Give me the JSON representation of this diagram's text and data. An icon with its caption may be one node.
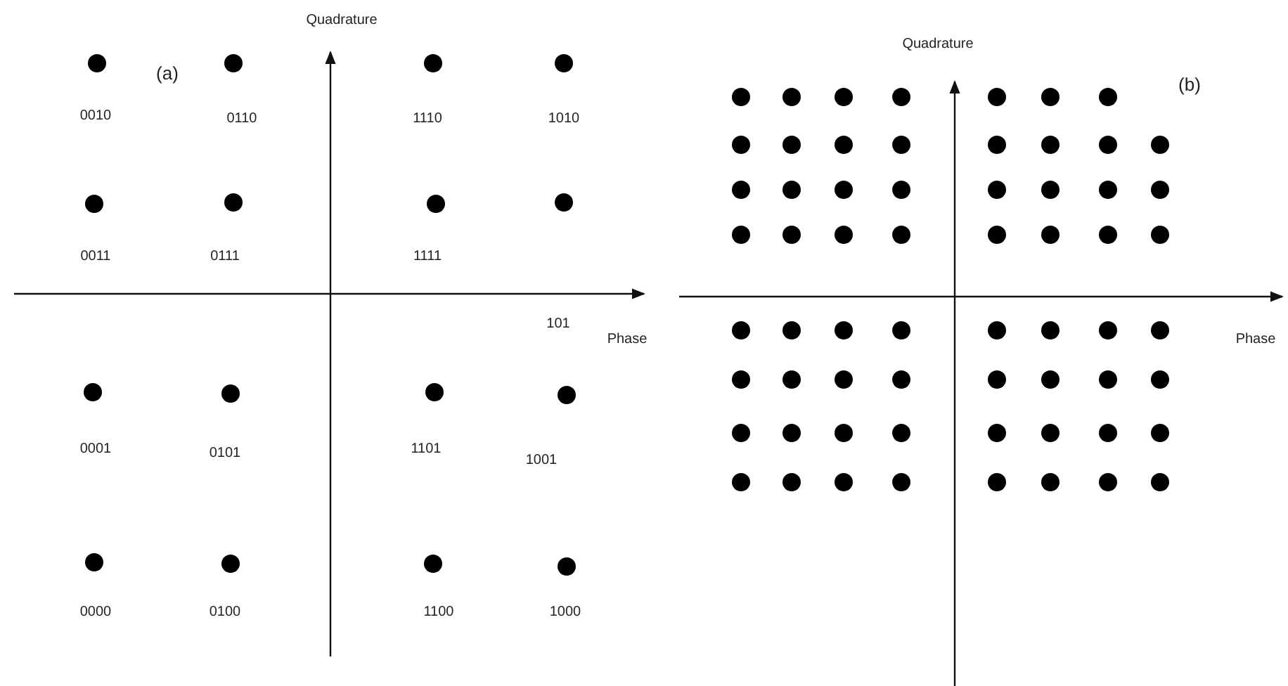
{
  "diagram": {
    "labels": [
      "Quadrature",
      "Quadrature",
      "(a)",
      "(b)",
      "0010",
      "0110",
      "1110",
      "1010",
      "0011",
      "0111",
      "1111",
      "101",
      "Phase",
      "Phase",
      "0001",
      "0101",
      "1101",
      "1001",
      "0000",
      "0100",
      "1100",
      "1000"
    ]
  }
}
